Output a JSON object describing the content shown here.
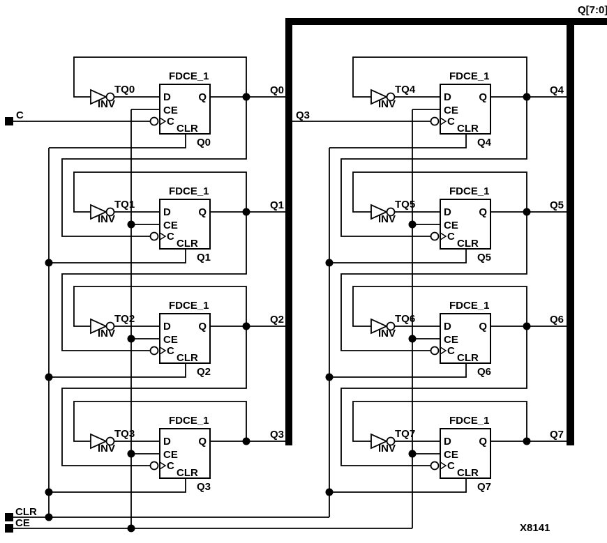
{
  "diagram": {
    "bus_label": "Q[7:0]",
    "figure_id": "X8141",
    "component_type": "FDCE_1",
    "inverter_label": "INV",
    "bus_tap_label": "Q3",
    "pins": {
      "d": "D",
      "ce": "CE",
      "c": "C",
      "clr": "CLR",
      "q": "Q"
    },
    "inputs": {
      "c": "C",
      "clr": "CLR",
      "ce": "CE"
    },
    "cells": [
      {
        "tq": "TQ0",
        "q": "Q0"
      },
      {
        "tq": "TQ1",
        "q": "Q1"
      },
      {
        "tq": "TQ2",
        "q": "Q2"
      },
      {
        "tq": "TQ3",
        "q": "Q3"
      },
      {
        "tq": "TQ4",
        "q": "Q4"
      },
      {
        "tq": "TQ5",
        "q": "Q5"
      },
      {
        "tq": "TQ6",
        "q": "Q6"
      },
      {
        "tq": "TQ7",
        "q": "Q7"
      }
    ],
    "colors": {
      "ink": "#000000",
      "background": "#ffffff"
    }
  }
}
